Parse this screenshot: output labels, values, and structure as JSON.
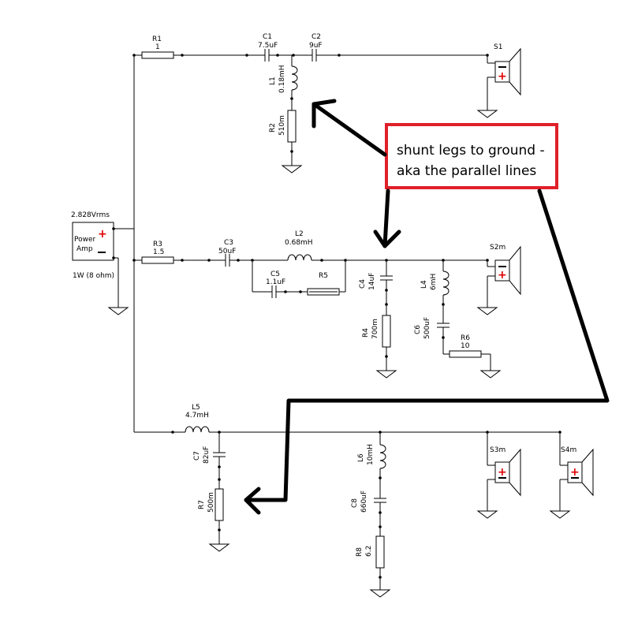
{
  "source": {
    "voltage": "2.828Vrms",
    "name_line1": "Power",
    "name_line2": "Amp",
    "power": "1W (8 ohm)",
    "plus": "+",
    "minus": "—"
  },
  "components": {
    "R1": {
      "ref": "R1",
      "value": "1"
    },
    "C1": {
      "ref": "C1",
      "value": "7.5uF"
    },
    "C2": {
      "ref": "C2",
      "value": "9uF"
    },
    "L1": {
      "ref": "L1",
      "value": "0.18mH"
    },
    "R2": {
      "ref": "R2",
      "value": "510m"
    },
    "S1": {
      "ref": "S1"
    },
    "R3": {
      "ref": "R3",
      "value": "1.5"
    },
    "C3": {
      "ref": "C3",
      "value": "50uF"
    },
    "L2": {
      "ref": "L2",
      "value": "0.68mH"
    },
    "C5": {
      "ref": "C5",
      "value": "1.1uF"
    },
    "R5": {
      "ref": "R5"
    },
    "C4": {
      "ref": "C4",
      "value": "14uF"
    },
    "R4": {
      "ref": "R4",
      "value": "700m"
    },
    "L4": {
      "ref": "L4",
      "value": "6mH"
    },
    "C6": {
      "ref": "C6",
      "value": "500uF"
    },
    "R6": {
      "ref": "R6",
      "value": "10"
    },
    "S2m": {
      "ref": "S2m"
    },
    "L5": {
      "ref": "L5",
      "value": "4.7mH"
    },
    "C7": {
      "ref": "C7",
      "value": "82uF"
    },
    "R7": {
      "ref": "R7",
      "value": "500m"
    },
    "L6": {
      "ref": "L6",
      "value": "10mH"
    },
    "C8": {
      "ref": "C8",
      "value": "660uF"
    },
    "R8": {
      "ref": "R8",
      "value": "6.2"
    },
    "S3m": {
      "ref": "S3m"
    },
    "S4m": {
      "ref": "S4m"
    }
  },
  "speaker_signs": {
    "plus": "+",
    "minus": "—"
  },
  "annotation": {
    "line1": "shunt legs to ground -",
    "line2": "aka the parallel lines",
    "border_color": "#e0202a"
  }
}
